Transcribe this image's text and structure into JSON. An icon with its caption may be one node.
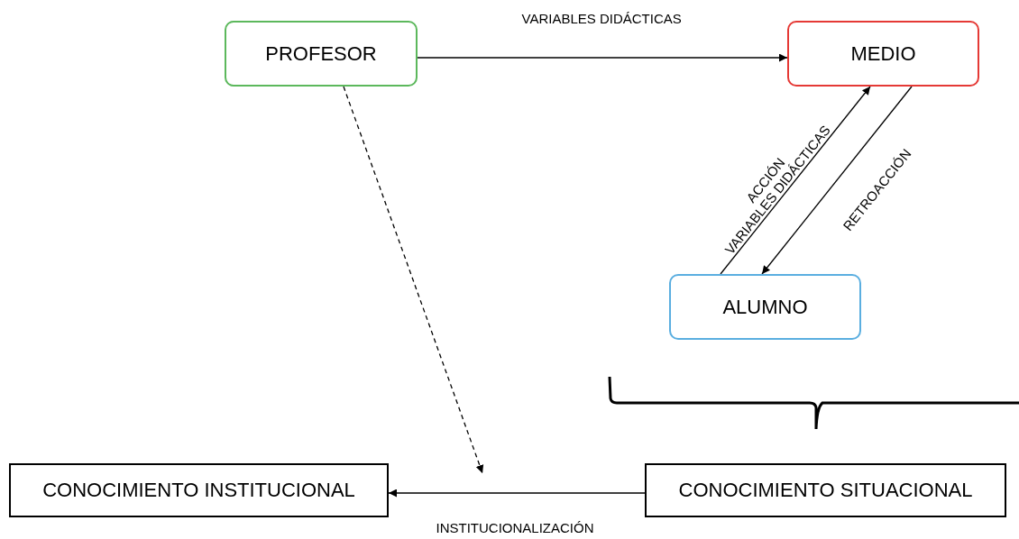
{
  "diagram": {
    "nodes": [
      {
        "text": [
          "PROFESOR"
        ]
      },
      {
        "text": [
          "MEDIO"
        ]
      },
      {
        "text": [
          "ALUMNO"
        ]
      },
      {
        "text": [
          "CONOCIMIENTO INSTITUCIONAL"
        ]
      },
      {
        "text": [
          "CONOCIMIENTO SITUACIONAL"
        ]
      }
    ],
    "edges": [
      {
        "from": 0,
        "to": 1,
        "arrow": "to",
        "label": "VARIABLES DIDÁCTICAS"
      },
      {
        "from": 2,
        "to": 1,
        "arrow": "to",
        "label": "ACCIÓN VARIABLES DIDÁCTICAS"
      },
      {
        "from": 1,
        "to": 2,
        "arrow": "to",
        "label": "RETROACCIÓN"
      },
      {
        "from": 0,
        "to": null,
        "arrow": "to",
        "style": "dashed"
      },
      {
        "from": 4,
        "to": 3,
        "arrow": "to",
        "label": "INSTITUCIONALIZACIÓN"
      }
    ]
  }
}
